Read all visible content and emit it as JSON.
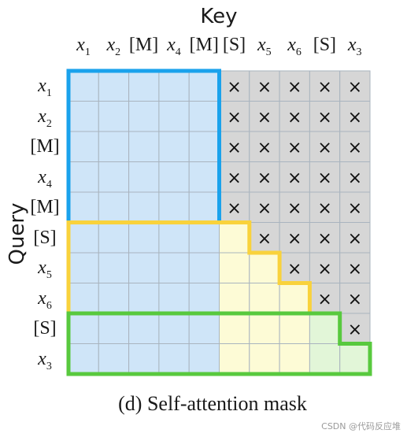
{
  "key_label": "Key",
  "query_label": "Query",
  "columns": [
    {
      "base": "x",
      "sub": "1"
    },
    {
      "base": "x",
      "sub": "2"
    },
    {
      "text": "[M]"
    },
    {
      "base": "x",
      "sub": "4"
    },
    {
      "text": "[M]"
    },
    {
      "text": "[S]"
    },
    {
      "base": "x",
      "sub": "5"
    },
    {
      "base": "x",
      "sub": "6"
    },
    {
      "text": "[S]"
    },
    {
      "base": "x",
      "sub": "3"
    }
  ],
  "rows": [
    {
      "base": "x",
      "sub": "1"
    },
    {
      "base": "x",
      "sub": "2"
    },
    {
      "text": "[M]"
    },
    {
      "base": "x",
      "sub": "4"
    },
    {
      "text": "[M]"
    },
    {
      "text": "[S]"
    },
    {
      "base": "x",
      "sub": "5"
    },
    {
      "base": "x",
      "sub": "6"
    },
    {
      "text": "[S]"
    },
    {
      "base": "x",
      "sub": "3"
    }
  ],
  "mask_symbol": "×",
  "matrix": [
    "BBBBBMMMMM",
    "BBBBBMMMMM",
    "BBBBBMMMMM",
    "BBBBBMMMMM",
    "BBBBBMMMMM",
    "BBBBBYMMMM",
    "BBBBBYYMMM",
    "BBBBBYYYMM",
    "BBBBBYYYGM",
    "BBBBBYYYGG"
  ],
  "colors": {
    "blue_fill": "#cfe5f8",
    "yellow_fill": "#fdfbd6",
    "green_fill": "#e2f6d8",
    "masked_fill": "#d6d6d6",
    "grid_line": "#a9b4bf",
    "blue_border": "#1aa2ec",
    "yellow_border": "#f9d23c",
    "green_border": "#58c93e"
  },
  "caption": "(d)  Self-attention mask",
  "watermark": "CSDN @代码反应堆"
}
